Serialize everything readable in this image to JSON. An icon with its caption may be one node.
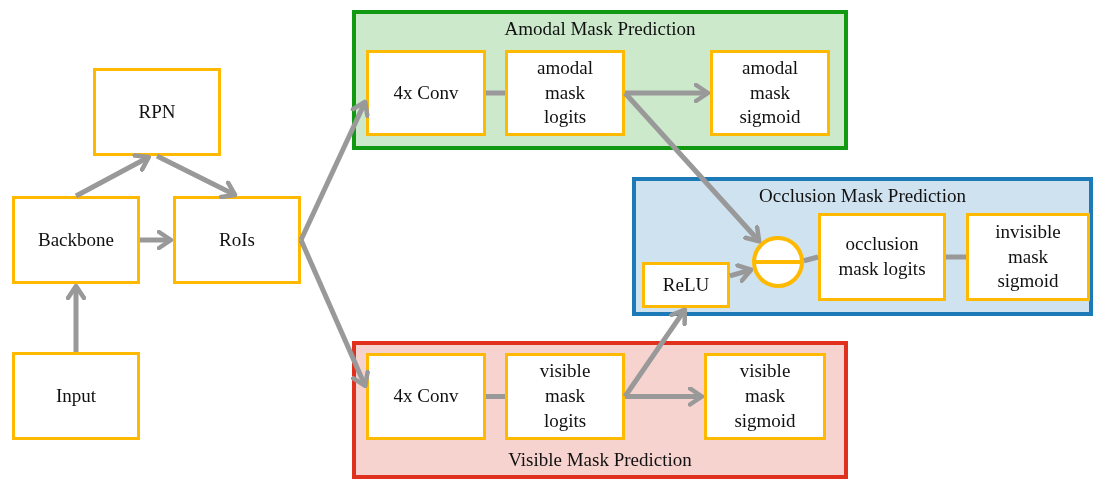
{
  "diagram": {
    "nodes": [
      {
        "text": [
          "Input"
        ]
      },
      {
        "text": [
          "Backbone"
        ]
      },
      {
        "text": [
          "RPN"
        ]
      },
      {
        "text": [
          "RoIs"
        ]
      },
      {
        "text": [
          "Amodal Mask Prediction"
        ]
      },
      {
        "text": [
          "4x Conv"
        ],
        "in": 4
      },
      {
        "text": [
          "amodal mask logits"
        ],
        "in": 4
      },
      {
        "text": [
          "amodal mask sigmoid"
        ],
        "in": 4
      },
      {
        "text": [
          "Occlusion Mask Prediction"
        ]
      },
      {
        "text": [],
        "shape": "circle",
        "in": 8
      },
      {
        "text": [
          "ReLU"
        ],
        "in": 8
      },
      {
        "text": [
          "occlusion mask logits"
        ],
        "in": 8
      },
      {
        "text": [
          "invisible mask sigmoid"
        ],
        "in": 8
      },
      {
        "text": [
          "Visible Mask Prediction"
        ]
      },
      {
        "text": [
          "4x Conv"
        ],
        "in": 13
      },
      {
        "text": [
          "visible mask logits"
        ],
        "in": 13
      },
      {
        "text": [
          "visible mask sigmoid"
        ],
        "in": 13
      }
    ],
    "edges": [
      {
        "from": 0,
        "to": 1,
        "arrow": "to"
      },
      {
        "from": 1,
        "to": 2,
        "arrow": "to"
      },
      {
        "from": 2,
        "to": 3,
        "arrow": "to"
      },
      {
        "from": 1,
        "to": 3,
        "arrow": "to"
      },
      {
        "from": 3,
        "to": 5,
        "arrow": "to"
      },
      {
        "from": 3,
        "to": 14,
        "arrow": "to"
      },
      {
        "from": 5,
        "to": 6,
        "arrow": "none"
      },
      {
        "from": 6,
        "to": 7,
        "arrow": "to"
      },
      {
        "from": 6,
        "to": 9,
        "arrow": "to"
      },
      {
        "from": 10,
        "to": 9,
        "arrow": "to"
      },
      {
        "from": 9,
        "to": 11,
        "arrow": "none"
      },
      {
        "from": 11,
        "to": 12,
        "arrow": "none"
      },
      {
        "from": 14,
        "to": 15,
        "arrow": "none"
      },
      {
        "from": 15,
        "to": 16,
        "arrow": "to"
      },
      {
        "from": 15,
        "to": 10,
        "arrow": "to"
      }
    ]
  }
}
